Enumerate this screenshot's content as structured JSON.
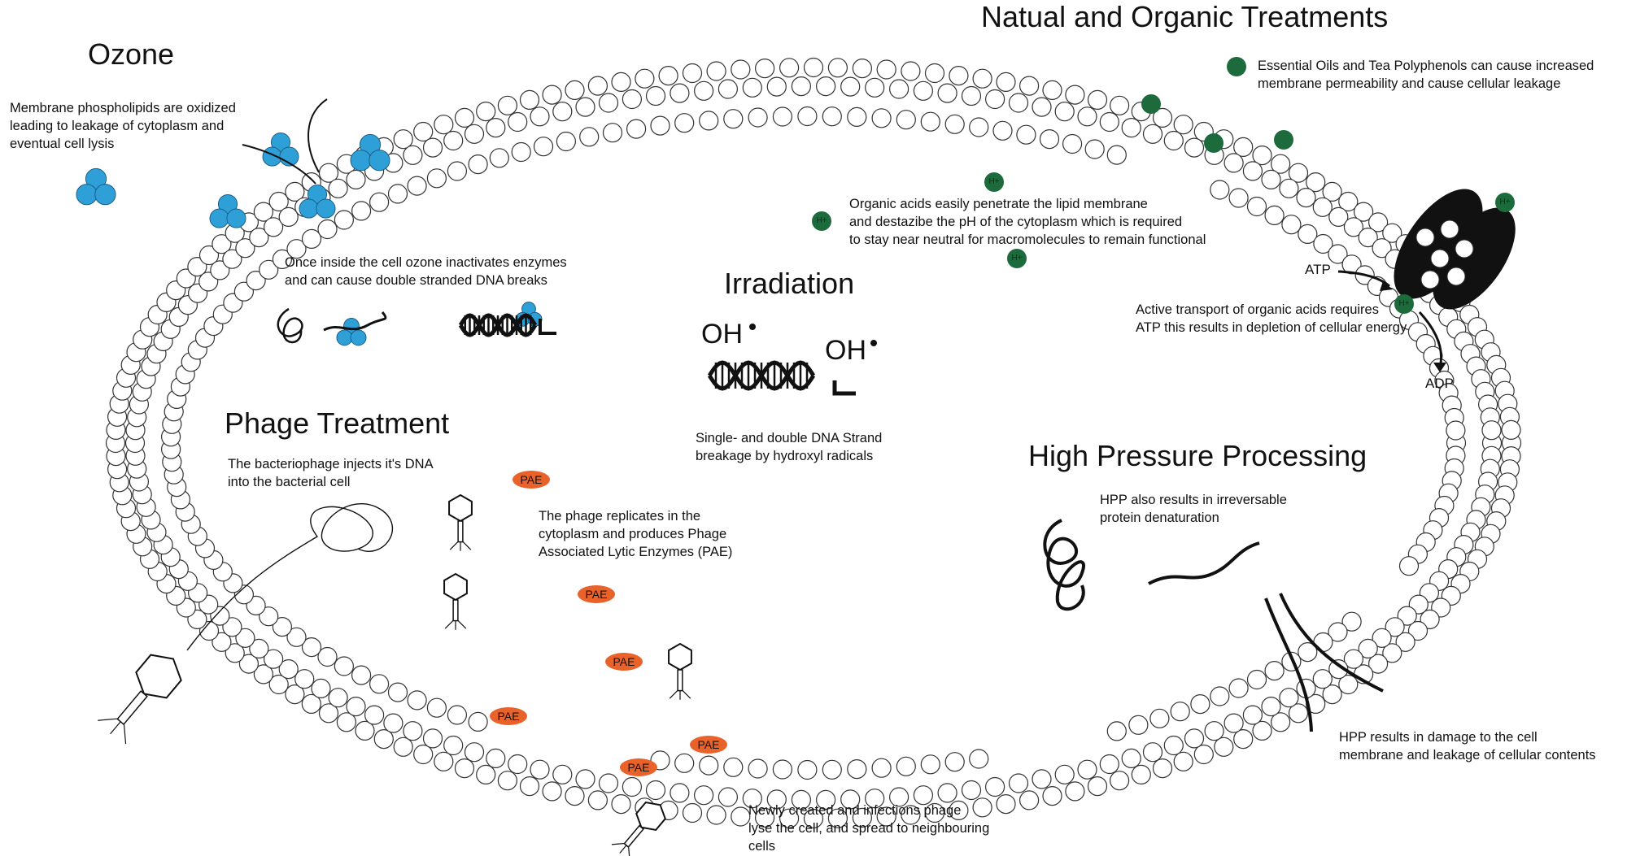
{
  "titles": {
    "ozone": "Ozone",
    "natural": "Natual and Organic Treatments",
    "irradiation": "Irradiation",
    "phage": "Phage Treatment",
    "hpp": "High Pressure Processing"
  },
  "notes": {
    "ozone_membrane": "Membrane phospholipids are oxidized\nleading to leakage of cytoplasm and\neventual cell lysis",
    "ozone_inside": "Once inside the cell ozone inactivates enzymes\nand can cause double stranded DNA breaks",
    "essential_oils": "Essential Oils and Tea Polyphenols can cause increased\nmembrane permeability and cause cellular leakage",
    "organic_acids": "Organic acids easily penetrate the lipid membrane\nand destazibe the pH of the cytoplasm which is required\nto stay near neutral for macromolecules to remain functional",
    "active_transport": "Active transport of organic acids requires\nATP this results in depletion of cellular energy",
    "irradiation": "Single- and double DNA Strand\nbreakage by hydroxyl radicals",
    "phage_inject": "The bacteriophage injects it's DNA\ninto the bacterial cell",
    "phage_replicate": "The phage replicates in the\ncytoplasm and produces Phage\nAssociated Lytic Enzymes (PAE)",
    "phage_lyse": "Newly created and infections phage\nlyse the cell, and spread to neighbouring\ncells",
    "hpp_protein": "HPP also results in irreversable\nprotein denaturation",
    "hpp_membrane": "HPP results in damage to the cell\nmembrane and leakage of cellular contents"
  },
  "labels": {
    "atp": "ATP",
    "adp": "ADP",
    "oh": "OH",
    "pae": "PAE",
    "hplus": "H+"
  },
  "colors": {
    "ozone": "#2f9fd8",
    "organic": "#1d6b3c",
    "pae": "#e8622a",
    "outline": "#111111"
  }
}
